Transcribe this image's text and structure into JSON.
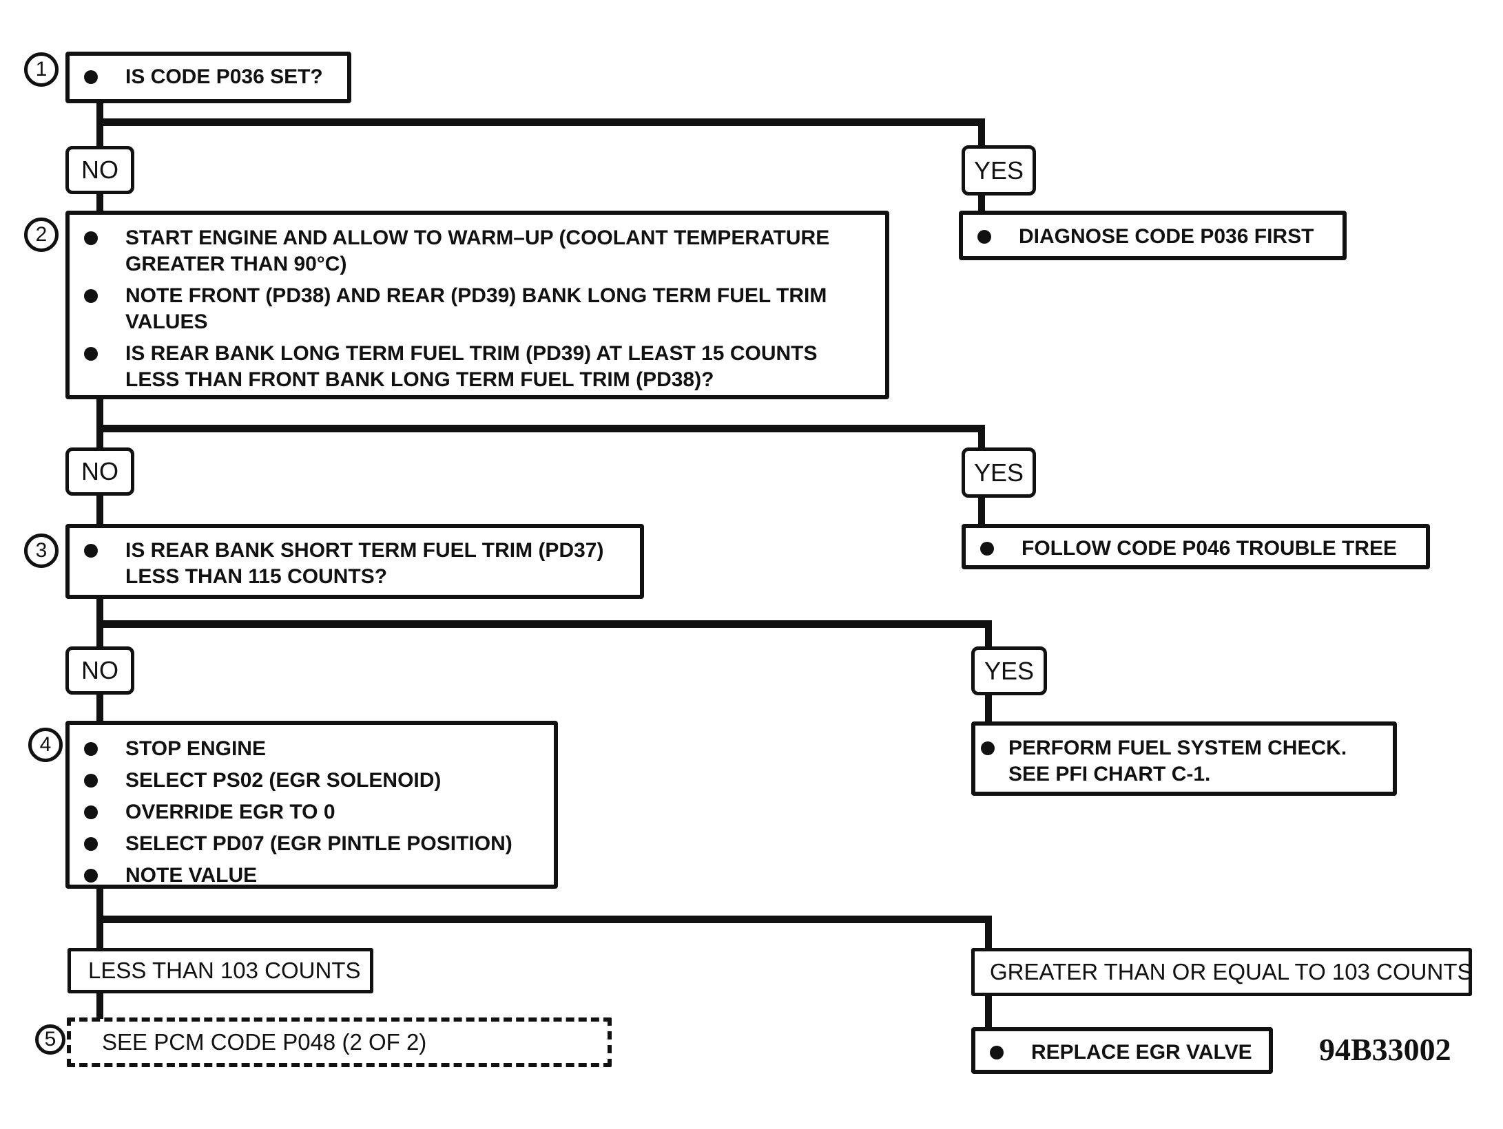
{
  "figure_code": "94B33002",
  "labels": {
    "no": "NO",
    "yes": "YES",
    "less_than": "LESS THAN 103 COUNTS",
    "greater_equal": "GREATER THAN OR EQUAL TO 103 COUNTS"
  },
  "steps": {
    "s1": {
      "num": "1",
      "lines": [
        "IS CODE P036 SET?"
      ]
    },
    "s2": {
      "num": "2",
      "lines": [
        "START ENGINE AND ALLOW TO WARM–UP (COOLANT TEMPERATURE",
        "GREATER THAN 90°C)",
        "NOTE FRONT (PD38) AND REAR (PD39) BANK LONG TERM FUEL TRIM",
        "VALUES",
        "IS REAR BANK LONG TERM FUEL TRIM (PD39) AT LEAST 15 COUNTS",
        "LESS THAN FRONT BANK LONG TERM FUEL TRIM (PD38)?"
      ]
    },
    "s3": {
      "num": "3",
      "lines": [
        "IS REAR BANK SHORT TERM FUEL TRIM (PD37)",
        "LESS THAN 115 COUNTS?"
      ]
    },
    "s4": {
      "num": "4",
      "lines": [
        "STOP ENGINE",
        "SELECT PS02 (EGR SOLENOID)",
        "OVERRIDE EGR TO 0",
        "SELECT PD07 (EGR PINTLE POSITION)",
        "NOTE VALUE"
      ]
    },
    "s5": {
      "num": "5",
      "lines": [
        "SEE PCM CODE P048 (2 OF 2)"
      ]
    }
  },
  "results": {
    "diagnose": {
      "lines": [
        "DIAGNOSE CODE P036 FIRST"
      ]
    },
    "follow": {
      "lines": [
        "FOLLOW CODE P046 TROUBLE TREE"
      ]
    },
    "perform": {
      "lines": [
        "PERFORM FUEL SYSTEM CHECK.",
        "SEE PFI CHART C-1."
      ]
    },
    "replace": {
      "lines": [
        "REPLACE EGR VALVE"
      ]
    }
  }
}
